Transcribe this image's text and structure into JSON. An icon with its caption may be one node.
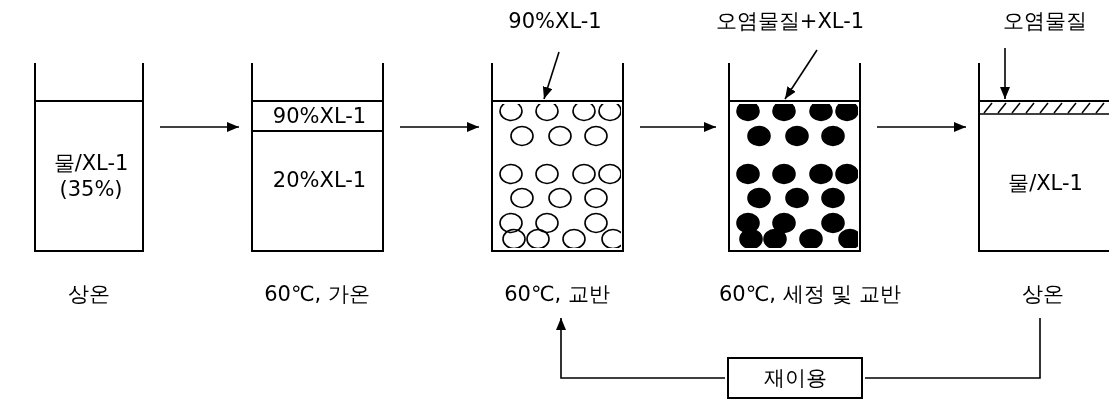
{
  "diagram": {
    "nodes": [
      {
        "text": [
          "물/XL-1 (35%)"
        ],
        "beside": [
          "상온"
        ]
      },
      {
        "text": [
          "90%XL-1",
          "20%XL-1"
        ],
        "beside": [
          "60℃, 가온"
        ]
      },
      {
        "text": [],
        "shape": "box",
        "beside": [
          "60℃, 교반"
        ]
      },
      {
        "text": [],
        "shape": "box",
        "beside": [
          "60℃, 세정 및 교반"
        ]
      },
      {
        "text": [
          "물/XL-1"
        ],
        "beside": [
          "상온"
        ]
      },
      {
        "text": [
          "90%XL-1"
        ]
      },
      {
        "text": [
          "오염물질+XL-1"
        ]
      },
      {
        "text": [
          "오염물질"
        ]
      },
      {
        "text": [
          "재이용"
        ]
      }
    ],
    "edges": [
      {
        "from": 0,
        "to": 1,
        "arrow": "to"
      },
      {
        "from": 1,
        "to": 2,
        "arrow": "to"
      },
      {
        "from": 2,
        "to": 3,
        "arrow": "to"
      },
      {
        "from": 3,
        "to": 4,
        "arrow": "to"
      },
      {
        "from": 5,
        "to": 2,
        "arrow": "to"
      },
      {
        "from": 6,
        "to": 3,
        "arrow": "to"
      },
      {
        "from": 7,
        "to": 4,
        "arrow": "to"
      },
      {
        "from": 4,
        "to": 8,
        "arrow": "none"
      },
      {
        "from": 8,
        "to": 2,
        "arrow": "to"
      }
    ]
  }
}
